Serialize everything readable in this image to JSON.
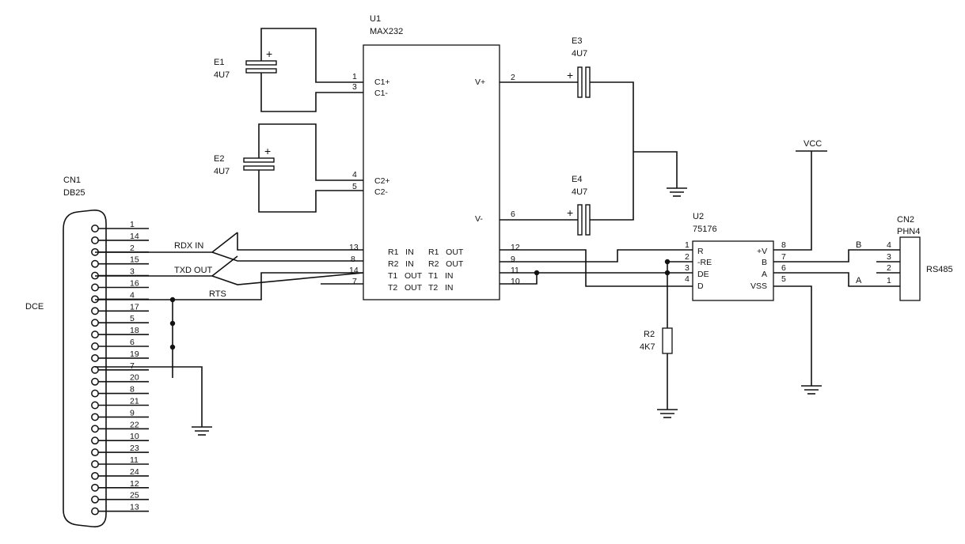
{
  "components": {
    "u1": {
      "ref": "U1",
      "value": "MAX232",
      "pins_left": [
        {
          "num": "1",
          "name": "C1+"
        },
        {
          "num": "3",
          "name": "C1-"
        },
        {
          "num": "4",
          "name": "C2+"
        },
        {
          "num": "5",
          "name": "C2-"
        },
        {
          "num": "13",
          "name": "R1   IN"
        },
        {
          "num": "8",
          "name": "R2   IN"
        },
        {
          "num": "14",
          "name": "T1   OUT"
        },
        {
          "num": "7",
          "name": "T2   OUT"
        }
      ],
      "pins_right": [
        {
          "num": "2",
          "name": "V+"
        },
        {
          "num": "6",
          "name": "V-"
        },
        {
          "num": "12",
          "name": "R1   OUT"
        },
        {
          "num": "9",
          "name": "R2   OUT"
        },
        {
          "num": "11",
          "name": "T1   IN"
        },
        {
          "num": "10",
          "name": "T2   IN"
        }
      ]
    },
    "e1": {
      "ref": "E1",
      "value": "4U7"
    },
    "e2": {
      "ref": "E2",
      "value": "4U7"
    },
    "e3": {
      "ref": "E3",
      "value": "4U7"
    },
    "e4": {
      "ref": "E4",
      "value": "4U7"
    },
    "u2": {
      "ref": "U2",
      "value": "75176",
      "pins_left": [
        {
          "num": "1",
          "name": "R"
        },
        {
          "num": "2",
          "name": "-RE"
        },
        {
          "num": "3",
          "name": "DE"
        },
        {
          "num": "4",
          "name": "D"
        }
      ],
      "pins_right": [
        {
          "num": "8",
          "name": "+V"
        },
        {
          "num": "7",
          "name": "B"
        },
        {
          "num": "6",
          "name": "A"
        },
        {
          "num": "5",
          "name": "VSS"
        }
      ]
    },
    "r2": {
      "ref": "R2",
      "value": "4K7"
    },
    "cn1": {
      "ref": "CN1",
      "value": "DB25",
      "side_label": "DCE",
      "pins": [
        "1",
        "14",
        "2",
        "15",
        "3",
        "16",
        "4",
        "17",
        "5",
        "18",
        "6",
        "19",
        "7",
        "20",
        "8",
        "21",
        "9",
        "22",
        "10",
        "23",
        "11",
        "24",
        "12",
        "25",
        "13"
      ]
    },
    "cn2": {
      "ref": "CN2",
      "value": "PHN4",
      "bus_label": "RS485",
      "pins": [
        "4",
        "3",
        "2",
        "1"
      ]
    }
  },
  "nets": {
    "rdx": "RDX IN",
    "txd": "TXD OUT",
    "rts": "RTS",
    "vcc": "VCC",
    "b": "B",
    "a": "A"
  },
  "polarity": "+"
}
